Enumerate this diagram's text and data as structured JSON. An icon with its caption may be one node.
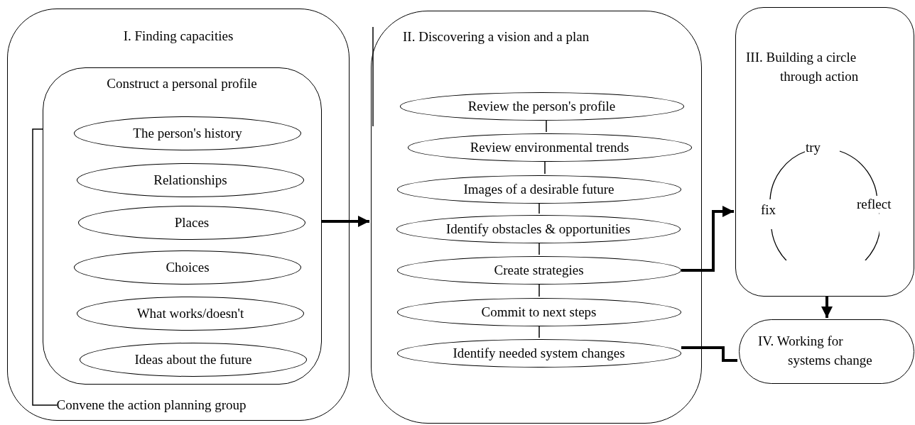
{
  "diagram": {
    "nodes": [
      {
        "text": [
          "I. Finding capacities"
        ]
      },
      {
        "text": [
          "Construct a personal profile"
        ],
        "in": 0
      },
      {
        "text": [
          "The person's history"
        ],
        "in": 1
      },
      {
        "text": [
          "Relationships"
        ],
        "in": 1
      },
      {
        "text": [
          "Places"
        ],
        "in": 1
      },
      {
        "text": [
          "Choices"
        ],
        "in": 1
      },
      {
        "text": [
          "What works/doesn't"
        ],
        "in": 1
      },
      {
        "text": [
          "Ideas about the future"
        ],
        "in": 1
      },
      {
        "text": [
          "Convene the action planning group"
        ],
        "in": 0
      },
      {
        "text": [
          "II. Discovering a vision and a plan"
        ]
      },
      {
        "text": [
          "Review the person's profile"
        ],
        "in": 9
      },
      {
        "text": [
          "Review environmental trends"
        ],
        "in": 9
      },
      {
        "text": [
          "Images of a desirable future"
        ],
        "in": 9
      },
      {
        "text": [
          "Identify obstacles & opportunities"
        ],
        "in": 9
      },
      {
        "text": [
          "Create strategies"
        ],
        "in": 9
      },
      {
        "text": [
          "Commit to next steps"
        ],
        "in": 9
      },
      {
        "text": [
          "Identify needed system changes"
        ],
        "in": 9
      },
      {
        "text": [
          "III. Building a circle through action"
        ]
      },
      {
        "text": [
          "IV. Working for systems change"
        ]
      }
    ],
    "edges": [
      {
        "from": 1,
        "to": 9,
        "arrow": "to",
        "style": "thick"
      },
      {
        "from": 1,
        "to": 8,
        "arrow": "none"
      },
      {
        "from": 10,
        "to": 11,
        "arrow": "none"
      },
      {
        "from": 11,
        "to": 12,
        "arrow": "none"
      },
      {
        "from": 12,
        "to": 13,
        "arrow": "none"
      },
      {
        "from": 13,
        "to": 14,
        "arrow": "none"
      },
      {
        "from": 14,
        "to": 15,
        "arrow": "none"
      },
      {
        "from": 15,
        "to": 16,
        "arrow": "none"
      },
      {
        "from": 14,
        "to": 17,
        "arrow": "to",
        "style": "thick"
      },
      {
        "from": 16,
        "to": 18,
        "arrow": "none",
        "style": "thick"
      },
      {
        "from": 17,
        "to": 18,
        "arrow": "to",
        "style": "thick"
      }
    ],
    "labels": [
      "try",
      "fix",
      "reflect"
    ]
  }
}
